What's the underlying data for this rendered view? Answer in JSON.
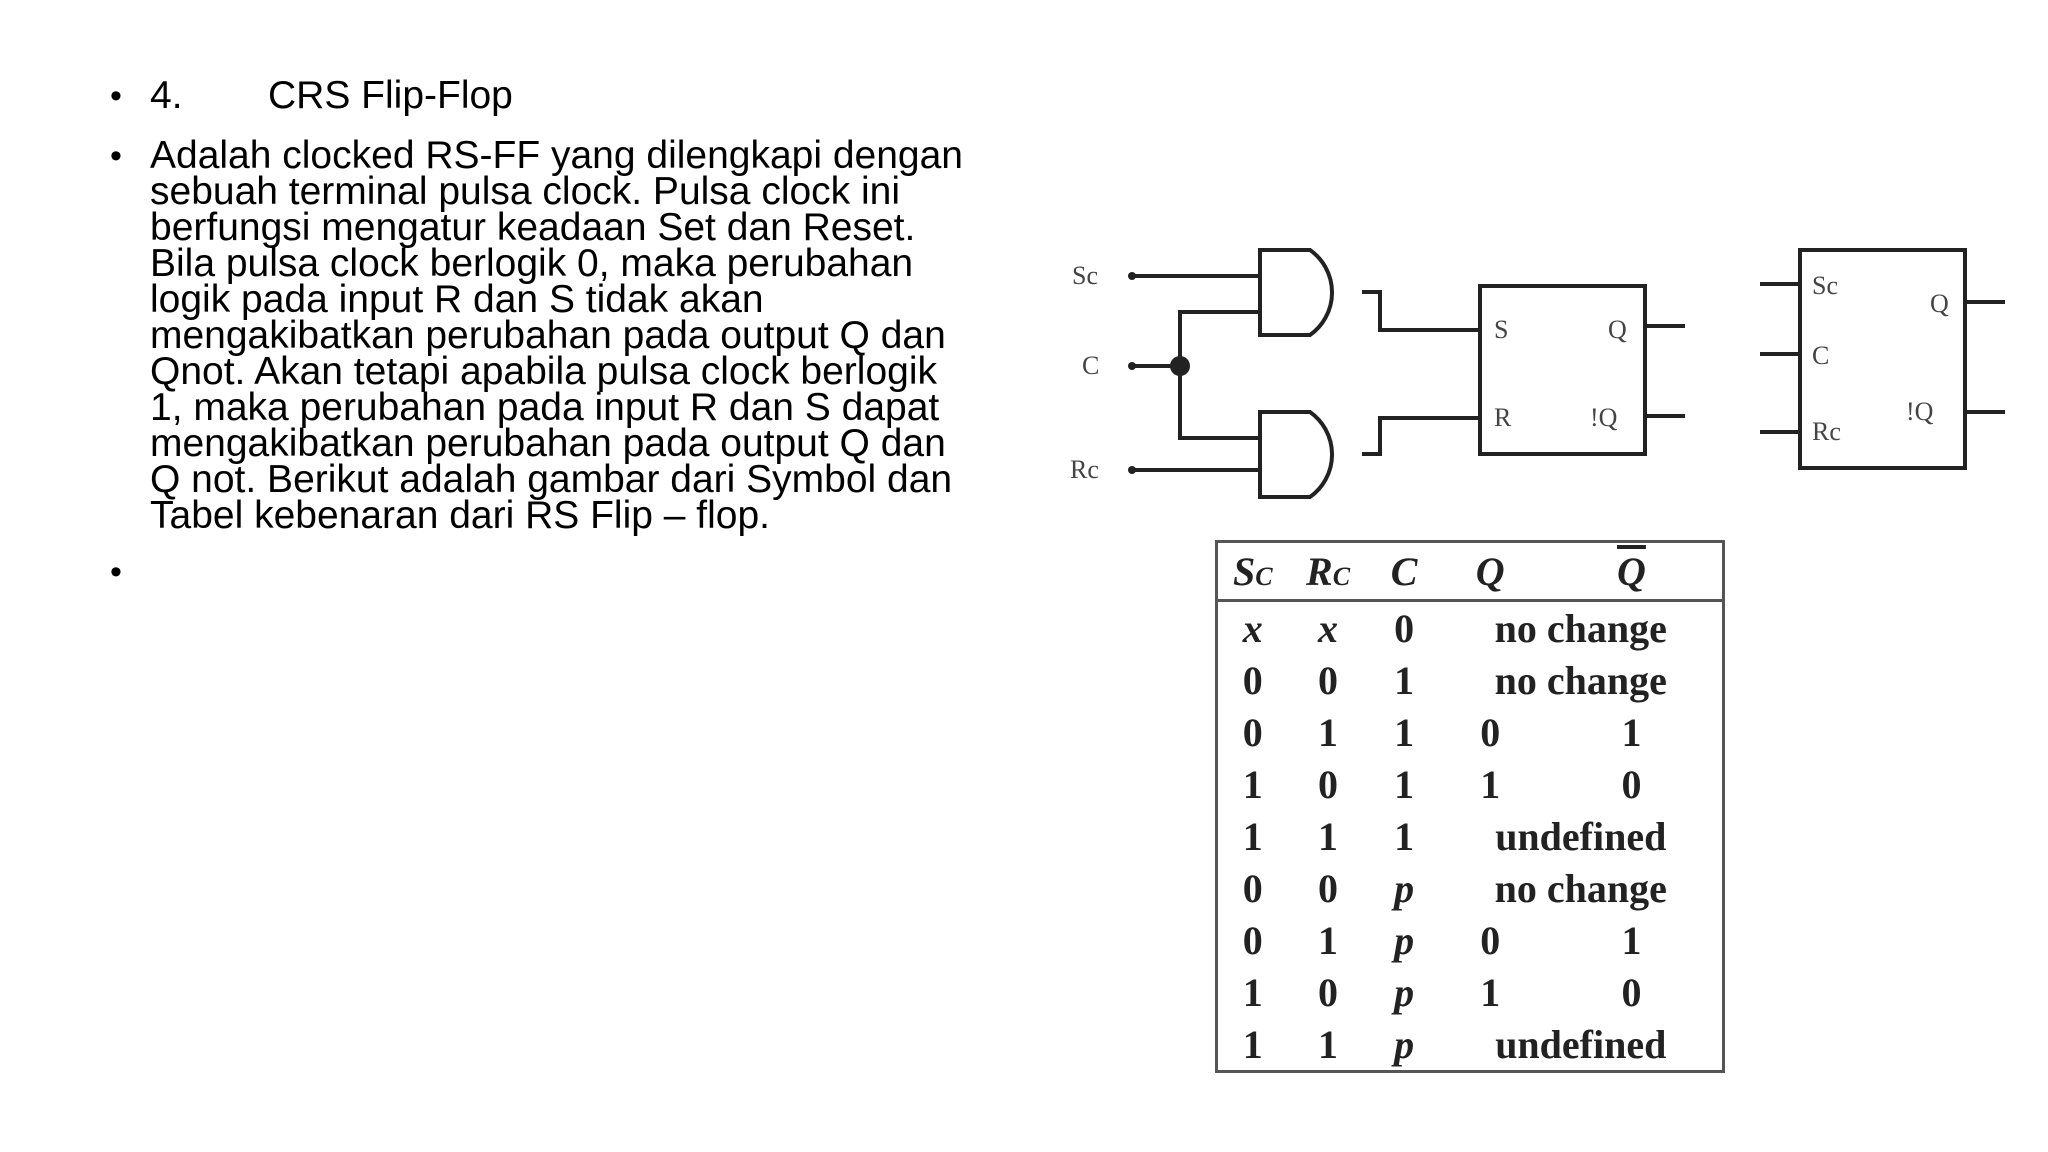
{
  "slide": {
    "bullet1": {
      "number": "4.",
      "title": "CRS Flip-Flop"
    },
    "bullet2": {
      "text": "Adalah clocked RS-FF yang dilengkapi dengan\nsebuah terminal pulsa clock. Pulsa clock ini\nberfungsi mengatur keadaan Set dan Reset.\nBila pulsa clock berlogik 0, maka perubahan\nlogik pada input R dan S tidak akan\nmengakibatkan perubahan pada output Q dan\nQnot. Akan tetapi apabila pulsa clock berlogik\n1, maka perubahan pada input R dan S dapat\nmengakibatkan perubahan pada output Q dan\nQ not. Berikut adalah gambar dari Symbol dan\nTabel kebenaran dari RS Flip – flop."
    },
    "bullet_glyph": "•"
  },
  "circuit": {
    "input_sc": "Sc",
    "input_c": "C",
    "input_rc": "Rc",
    "ff_s": "S",
    "ff_r": "R",
    "ff_q": "Q",
    "ff_nq": "!Q"
  },
  "symbol": {
    "pin_sc": "Sc",
    "pin_c": "C",
    "pin_rc": "Rc",
    "pin_q": "Q",
    "pin_nq": "!Q"
  },
  "truth_table": {
    "headers": [
      {
        "main": "S",
        "sub": "C"
      },
      {
        "main": "R",
        "sub": "C"
      },
      {
        "main": "C",
        "sub": ""
      },
      {
        "main": "Q",
        "sub": ""
      },
      {
        "main": "Q",
        "sub": ""
      }
    ],
    "rows": [
      [
        "x",
        "x",
        "0",
        "no change",
        ""
      ],
      [
        "0",
        "0",
        "1",
        "no change",
        ""
      ],
      [
        "0",
        "1",
        "1",
        "0",
        "1"
      ],
      [
        "1",
        "0",
        "1",
        "1",
        "0"
      ],
      [
        "1",
        "1",
        "1",
        "undefined",
        ""
      ],
      [
        "0",
        "0",
        "p",
        "no change",
        ""
      ],
      [
        "0",
        "1",
        "p",
        "0",
        "1"
      ],
      [
        "1",
        "0",
        "p",
        "1",
        "0"
      ],
      [
        "1",
        "1",
        "p",
        "undefined",
        ""
      ]
    ]
  }
}
